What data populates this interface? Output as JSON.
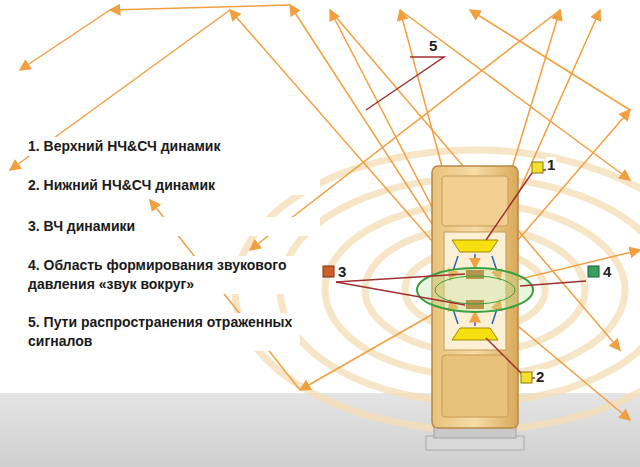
{
  "diagram": {
    "labels": [
      "1. Верхний НЧ&СЧ динамик",
      "2. Нижний НЧ&СЧ динамик",
      "3. ВЧ динамики",
      "4. Область формирования звукового давления «звук вокруг»",
      "5. Пути распространения отраженных сигналов",
      "5",
      "1",
      "3",
      "4",
      "2"
    ]
  }
}
